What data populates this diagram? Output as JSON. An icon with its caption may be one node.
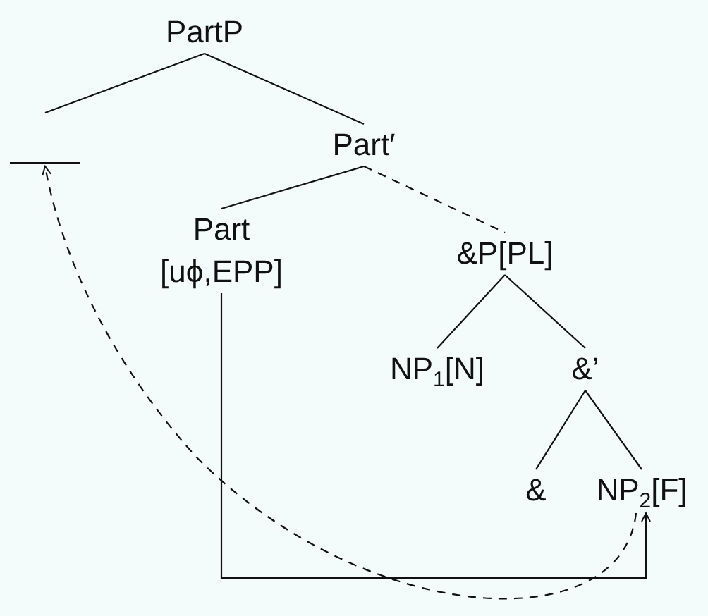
{
  "diagram": {
    "nodes": [
      {
        "text": [
          "PartP"
        ]
      },
      {
        "text": [],
        "shape": "bar"
      },
      {
        "text": [
          "Part′"
        ]
      },
      {
        "text": [
          "Part",
          "[uϕ,EPP]"
        ]
      },
      {
        "text": [
          "&P[PL]"
        ]
      },
      {
        "text": [
          "NP$_{1}$[N]"
        ]
      },
      {
        "text": [
          "&’"
        ]
      },
      {
        "text": [
          "&"
        ]
      },
      {
        "text": [
          "NP$_{2}$[F]"
        ]
      }
    ],
    "edges": [
      {
        "from": 0,
        "to": 1,
        "arrow": "none"
      },
      {
        "from": 0,
        "to": 2,
        "arrow": "none"
      },
      {
        "from": 2,
        "to": 3,
        "arrow": "none"
      },
      {
        "from": 2,
        "to": 4,
        "arrow": "none",
        "style": "dashed"
      },
      {
        "from": 4,
        "to": 5,
        "arrow": "none"
      },
      {
        "from": 4,
        "to": 6,
        "arrow": "none"
      },
      {
        "from": 6,
        "to": 7,
        "arrow": "none"
      },
      {
        "from": 6,
        "to": 8,
        "arrow": "none"
      },
      {
        "from": 3,
        "to": 8,
        "arrow": "to"
      },
      {
        "from": 8,
        "to": 1,
        "arrow": "to",
        "style": "dashed"
      }
    ]
  }
}
